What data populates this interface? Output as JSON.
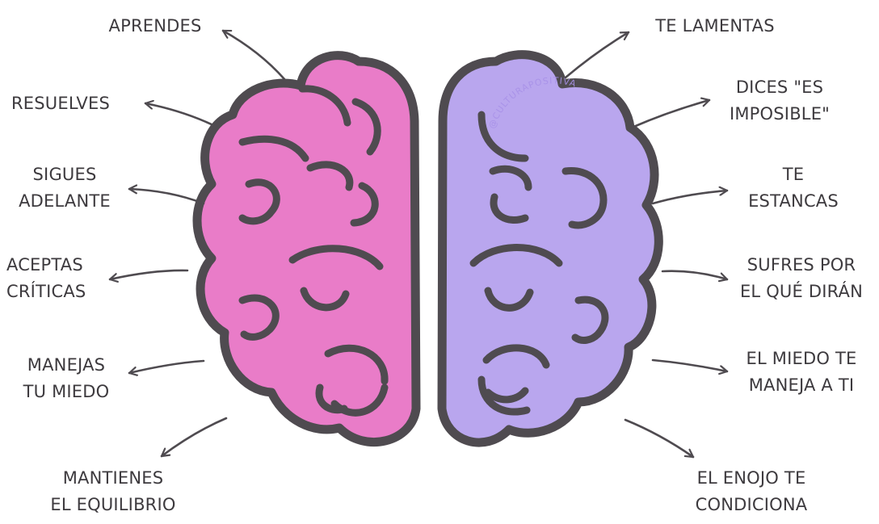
{
  "colors": {
    "left_brain": "#e97cc8",
    "right_brain": "#b9a6ee",
    "outline": "#4f4b50",
    "text": "#3d3a3e",
    "watermark": "#a891e8"
  },
  "left_labels": [
    {
      "lines": [
        "APRENDES"
      ]
    },
    {
      "lines": [
        "RESUELVES"
      ]
    },
    {
      "lines": [
        "SIGUES",
        "ADELANTE"
      ]
    },
    {
      "lines": [
        "ACEPTAS",
        "CRÍTICAS"
      ]
    },
    {
      "lines": [
        "MANEJAS",
        "TU MIEDO"
      ]
    },
    {
      "lines": [
        "MANTIENES",
        "EL EQUILIBRIO"
      ]
    }
  ],
  "right_labels": [
    {
      "lines": [
        "TE LAMENTAS"
      ]
    },
    {
      "lines": [
        "DICES \"ES",
        "IMPOSIBLE\""
      ]
    },
    {
      "lines": [
        "TE",
        "ESTANCAS"
      ]
    },
    {
      "lines": [
        "SUFRES POR",
        "EL QUÉ DIRÁN"
      ]
    },
    {
      "lines": [
        "EL MIEDO TE",
        "MANEJA A TI"
      ]
    },
    {
      "lines": [
        "EL ENOJO TE",
        "CONDICIONA"
      ]
    }
  ],
  "watermark": "@CULTURAPOSITIVA"
}
